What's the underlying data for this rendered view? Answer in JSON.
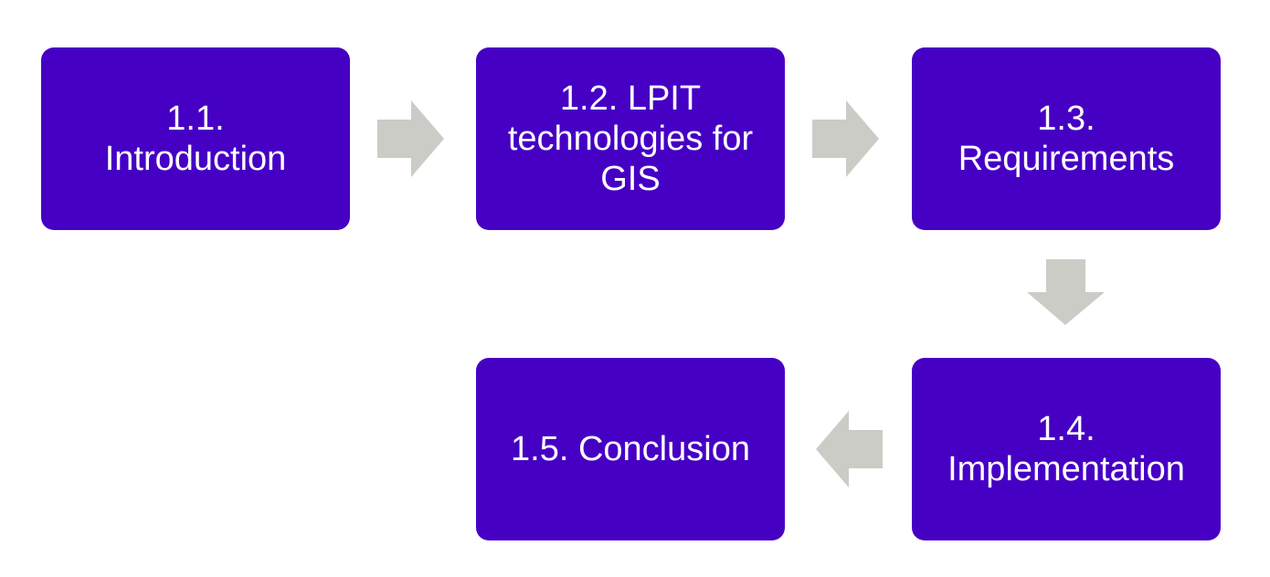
{
  "steps": [
    {
      "id": "s1",
      "lines": [
        "1.1.",
        "Introduction"
      ]
    },
    {
      "id": "s2",
      "lines": [
        "1.2. LPIT",
        "technologies for",
        "GIS"
      ]
    },
    {
      "id": "s3",
      "lines": [
        "1.3.",
        "Requirements"
      ]
    },
    {
      "id": "s4",
      "lines": [
        "1.4.",
        "Implementation"
      ]
    },
    {
      "id": "s5",
      "lines": [
        "1.5. Conclusion"
      ]
    }
  ],
  "colors": {
    "box_fill": "#4600c4",
    "box_text": "#ffffff",
    "arrow_fill": "#cbccc6",
    "background": "#ffffff"
  },
  "arrows": [
    {
      "from": "s1",
      "to": "s2",
      "direction": "right"
    },
    {
      "from": "s2",
      "to": "s3",
      "direction": "right"
    },
    {
      "from": "s3",
      "to": "s4",
      "direction": "down"
    },
    {
      "from": "s4",
      "to": "s5",
      "direction": "left"
    }
  ]
}
